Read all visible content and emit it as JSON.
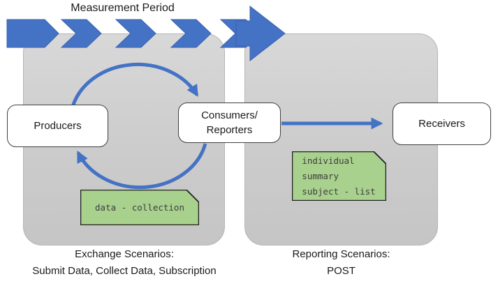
{
  "timeline": {
    "title": "Measurement Period"
  },
  "exchange_panel": {
    "producers_label": "Producers",
    "consumers_label_line1": "Consumers/",
    "consumers_label_line2": "Reporters",
    "note_label": "data - collection",
    "caption_title": "Exchange Scenarios:",
    "caption_detail": "Submit Data, Collect Data, Subscription"
  },
  "reporting_panel": {
    "receivers_label": "Receivers",
    "note_line1": "individual",
    "note_line2": "summary",
    "note_line3": "subject - list",
    "caption_title": "Reporting Scenarios:",
    "caption_detail": "POST"
  },
  "colors": {
    "accent_blue": "#4472C4",
    "accent_blue_border": "#3b62ae",
    "panel_gray": "#CDCDCD",
    "note_green": "#A9D18E",
    "box_border": "#3F3F3F"
  }
}
